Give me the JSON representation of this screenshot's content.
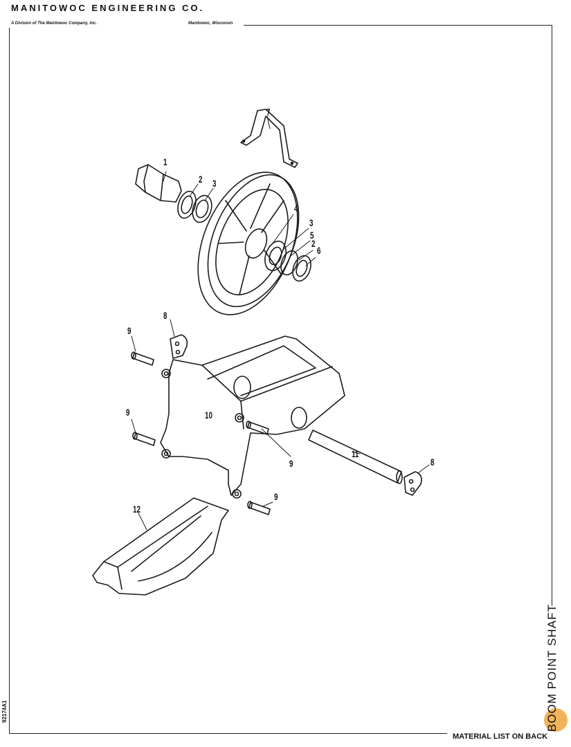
{
  "header": {
    "company": "MANITOWOC ENGINEERING CO.",
    "division": "A Division of The Manitowoc Company, Inc.",
    "location": "Manitowoc, Wisconsin"
  },
  "side_title": "BOOM POINT SHAFT",
  "drawing_number": "92174A1",
  "footer": {
    "material_list": "MATERIAL LIST ON BACK"
  },
  "part_labels": [
    "1",
    "2",
    "3",
    "4",
    "3",
    "5",
    "2",
    "6",
    "7",
    "8",
    "9",
    "9",
    "10",
    "9",
    "11",
    "8",
    "9",
    "12"
  ]
}
